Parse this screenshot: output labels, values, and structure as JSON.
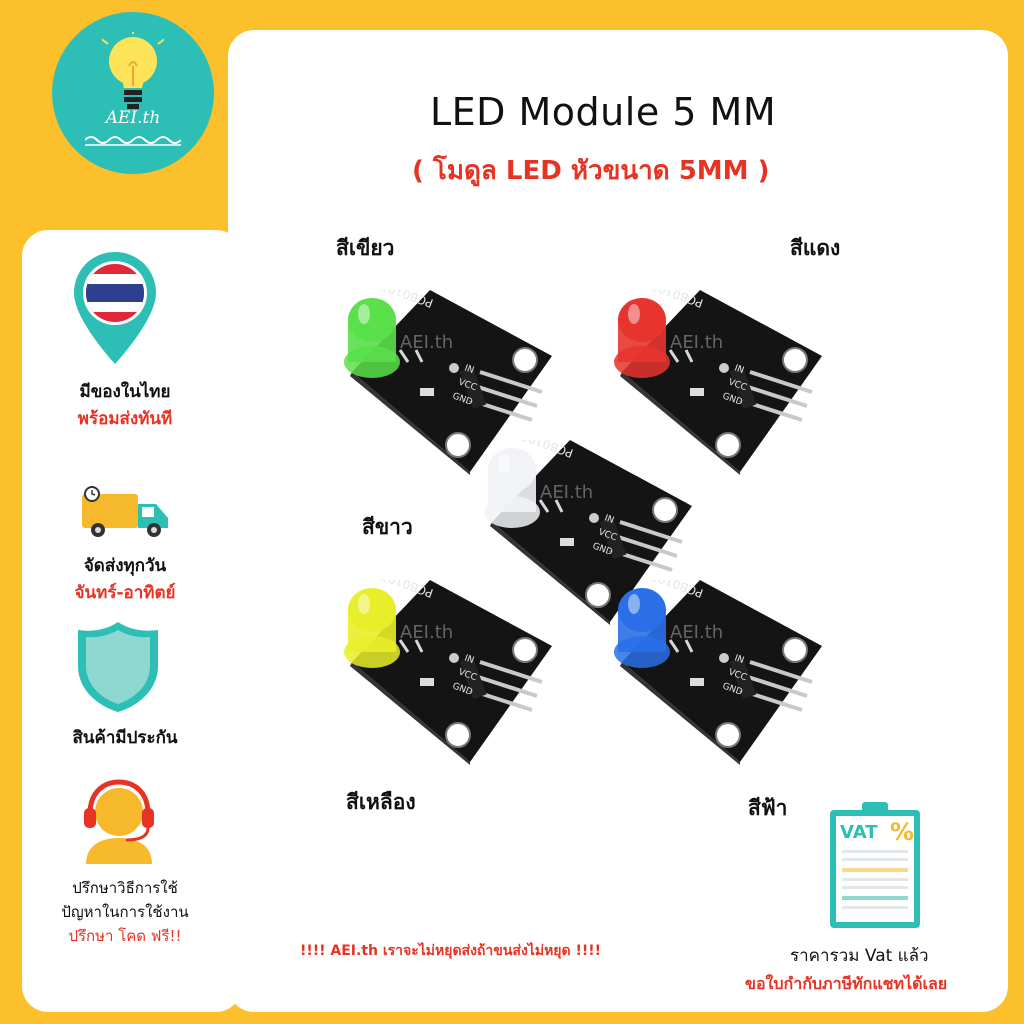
{
  "brand": "AEI.th",
  "title": "LED Module 5 MM",
  "subtitle": "( โมดูล LED หัวขนาด 5MM )",
  "colors": {
    "background": "#fcc02d",
    "accent_red": "#e63323",
    "teal": "#2dbfb5"
  },
  "modules": [
    {
      "label": "สีเขียว",
      "led_color": "#59e04a"
    },
    {
      "label": "สีแดง",
      "led_color": "#e8342e"
    },
    {
      "label": "สีขาว",
      "led_color": "#f1f3f6"
    },
    {
      "label": "สีเหลือง",
      "led_color": "#e9ee2a"
    },
    {
      "label": "สีฟ้า",
      "led_color": "#2a6fe8"
    }
  ],
  "board": {
    "code": "PCB0107",
    "pins": [
      "IN",
      "VCC",
      "GND"
    ],
    "watermark": "AEI.th"
  },
  "features": [
    {
      "icon": "map-pin-thai-flag-icon",
      "line1": "มีของในไทย",
      "line2": "พร้อมส่งทันที"
    },
    {
      "icon": "delivery-truck-icon",
      "line1": "จัดส่งทุกวัน",
      "line2": "จันทร์-อาทิตย์"
    },
    {
      "icon": "shield-icon",
      "line1": "สินค้ามีประกัน"
    },
    {
      "icon": "headset-support-icon",
      "line1": "ปรึกษาวิธีการใช้",
      "line2": "ปัญหาในการใช้งาน",
      "line3": "ปรึกษา โคด ฟรี!!"
    }
  ],
  "footer": "!!!!  AEI.th เราจะไม่หยุดส่งถ้าขนส่งไม่หยุด  !!!!",
  "vat": {
    "badge": "VAT",
    "percent": "%",
    "line1": "ราคารวม Vat แล้ว",
    "line2": "ขอใบกำกับภาษีทักแชทได้เลย"
  }
}
